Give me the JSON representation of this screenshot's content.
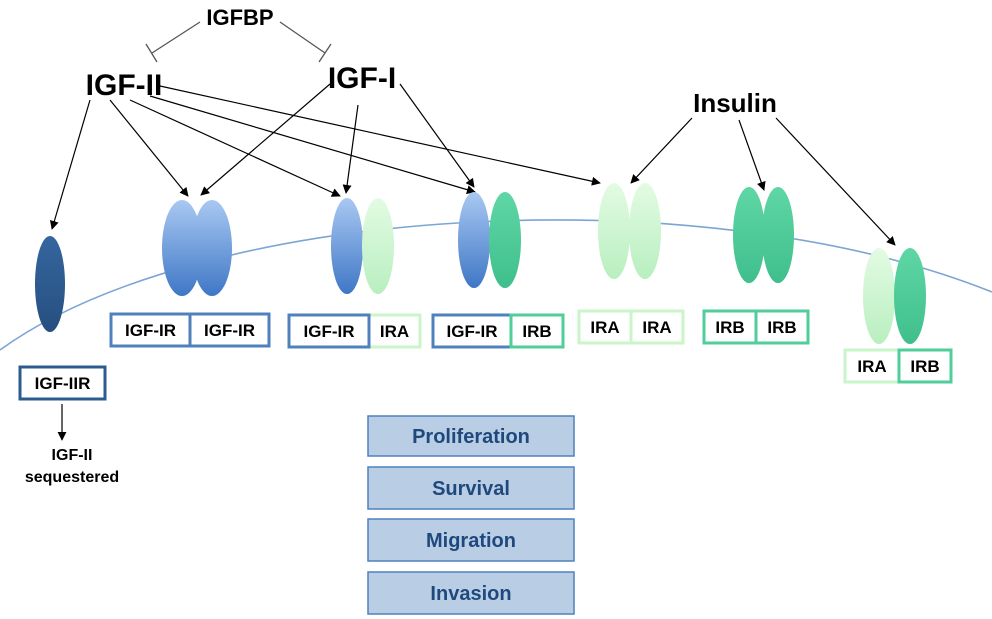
{
  "ligands": {
    "igfbp": "IGFBP",
    "igf2": "IGF-II",
    "igf1": "IGF-I",
    "insulin": "Insulin"
  },
  "receptors": {
    "igf2r": "IGF-IIR",
    "igf1r_igf1r": [
      "IGF-IR",
      "IGF-IR"
    ],
    "igf1r_ira": [
      "IGF-IR",
      "IRA"
    ],
    "igf1r_irb": [
      "IGF-IR",
      "IRB"
    ],
    "ira_ira": [
      "IRA",
      "IRA"
    ],
    "irb_irb": [
      "IRB",
      "IRB"
    ],
    "ira_irb": [
      "IRA",
      "IRB"
    ]
  },
  "sequestered": [
    "IGF-II",
    "sequestered"
  ],
  "outcomes": [
    "Proliferation",
    "Survival",
    "Migration",
    "Invasion"
  ],
  "colors": {
    "igf_blue": "#4f81bd",
    "igf2r_dark": "#2e5b8e",
    "ira_light": "#c9f5c9",
    "irb_green": "#4fce9a",
    "membrane": "#7ba6d4",
    "outcome_fill": "#b9cde5",
    "outcome_border": "#4f81bd",
    "outcome_text": "#1f497d"
  }
}
